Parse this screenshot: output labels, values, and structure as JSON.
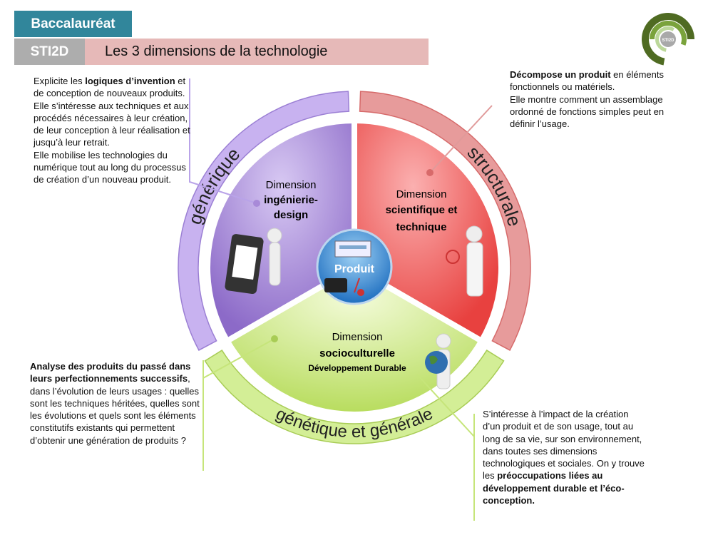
{
  "header": {
    "level": "Baccalauréat",
    "track": "STI2D",
    "title": "Les 3 dimensions de la technologie"
  },
  "logo": {
    "text": "STI2D"
  },
  "center": {
    "label": "Produit"
  },
  "sectors": [
    {
      "id": "ingenierie",
      "line1": "Dimension",
      "line2": "ingénierie-",
      "line3": "design",
      "color": "#9b7fd4"
    },
    {
      "id": "scientifique",
      "line1": "Dimension",
      "line2": "scientifique et",
      "line3": "technique",
      "color": "#f36b6b"
    },
    {
      "id": "socioculturelle",
      "line1": "Dimension",
      "line2": "socioculturelle",
      "line3": "Développement Durable",
      "color": "#c6e57a"
    }
  ],
  "rings": {
    "generique": "générique",
    "structurale": "structurale",
    "genetique": "génétique et générale"
  },
  "texts": {
    "generique": [
      [
        {
          "t": "Explicite les "
        },
        {
          "t": "logiques d’invention",
          "b": true
        },
        {
          "t": " et de conception de nouveaux produits."
        }
      ],
      [
        {
          "t": "Elle s’intéresse aux techniques et aux procédés nécessaires à leur création, de leur conception à leur réalisation et jusqu’à leur retrait."
        }
      ],
      [
        {
          "t": "Elle mobilise les technologies du numérique tout au long du processus de création d’un nouveau produit."
        }
      ]
    ],
    "structurale": [
      [
        {
          "t": "Décompose un produit",
          "b": true
        },
        {
          "t": " en éléments fonctionnels ou matériels."
        }
      ],
      [
        {
          "t": "Elle montre comment un assemblage ordonné de fonctions simples peut en définir l’usage."
        }
      ]
    ],
    "genetique": [
      [
        {
          "t": "Analyse des produits du passé dans leurs perfectionnements successifs",
          "b": true
        },
        {
          "t": ", dans l’évolution de leurs usages : quelles sont les techniques héritées, quelles sont les évolutions et quels sont les éléments constitutifs existants qui permettent d’obtenir une génération de produits ?"
        }
      ]
    ],
    "generale": [
      [
        {
          "t": "S’intéresse à l’impact de la création d’un produit et de son usage, tout au long de sa vie, sur son environnement, dans toutes ses dimensions technologiques et sociales. On y trouve les "
        },
        {
          "t": "préoccupations liées au développement durable et l’éco-conception.",
          "b": true
        }
      ]
    ]
  }
}
